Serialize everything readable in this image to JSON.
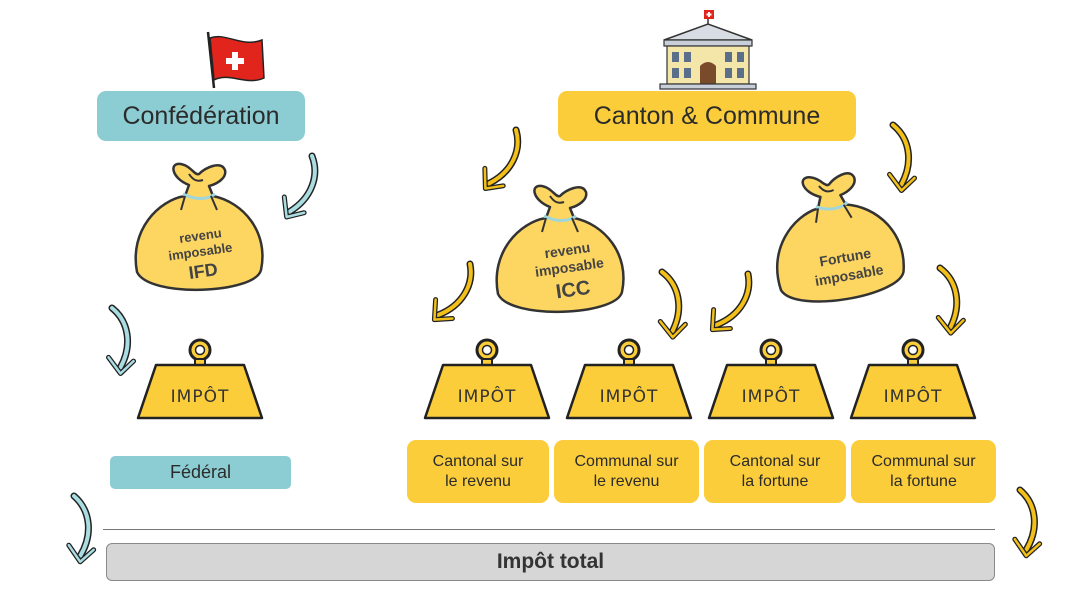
{
  "confederation": {
    "label": "Confédération",
    "bag_text": [
      "revenu",
      "imposable",
      "IFD"
    ],
    "box_label": "Fédéral"
  },
  "canton": {
    "label": "Canton & Commune"
  },
  "bags": {
    "icc": [
      "revenu",
      "imposable",
      "ICC"
    ],
    "fortune": [
      "Fortune",
      "imposable"
    ]
  },
  "weight_label": "IMPÔT",
  "tax_boxes": [
    {
      "line1": "Cantonal sur",
      "line2": "le revenu"
    },
    {
      "line1": "Communal sur",
      "line2": "le revenu"
    },
    {
      "line1": "Cantonal sur",
      "line2": "la fortune"
    },
    {
      "line1": "Communal sur",
      "line2": "la fortune"
    }
  ],
  "total": {
    "label": "Impôt total"
  },
  "colors": {
    "yellow": "#fbcd3a",
    "blue": "#8ccdd3",
    "gray": "#d6d6d6",
    "swiss_red": "#e1241c"
  },
  "icons": [
    "swiss-flag-icon",
    "town-hall-icon",
    "money-bag-icon",
    "weight-icon",
    "curved-arrow-icon"
  ]
}
